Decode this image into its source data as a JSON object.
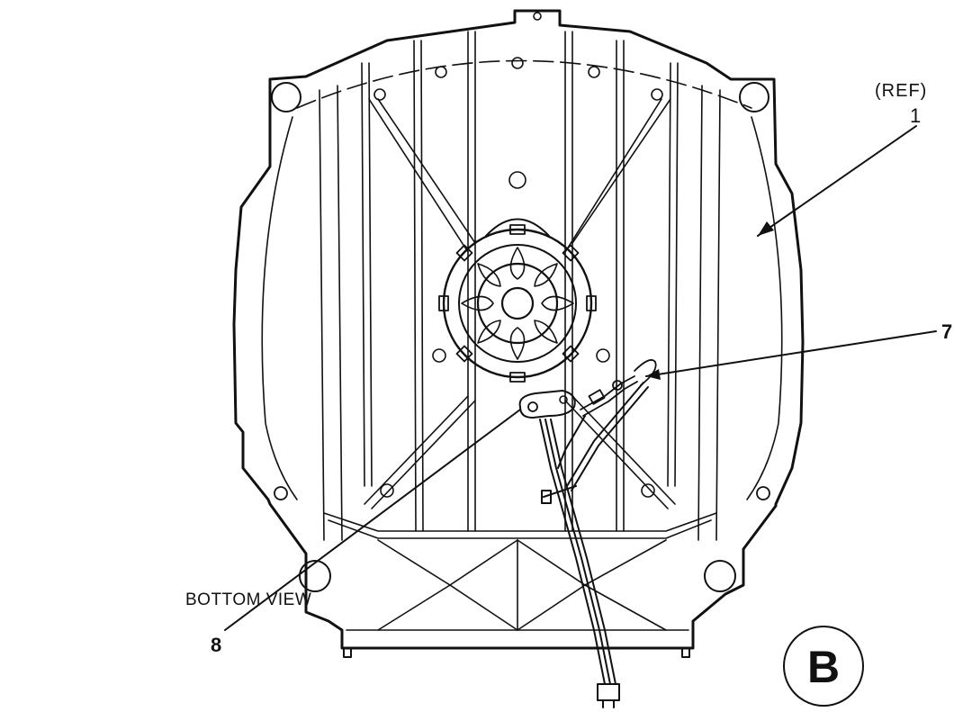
{
  "figure": {
    "view_label": "BOTTOM VIEW",
    "view_badge": "B",
    "reference_note": "(REF)",
    "ink_color": "#111111",
    "background_color": "#ffffff",
    "callouts": [
      {
        "id": "1",
        "text": "1"
      },
      {
        "id": "7",
        "text": "7"
      },
      {
        "id": "8",
        "text": "8"
      }
    ]
  }
}
